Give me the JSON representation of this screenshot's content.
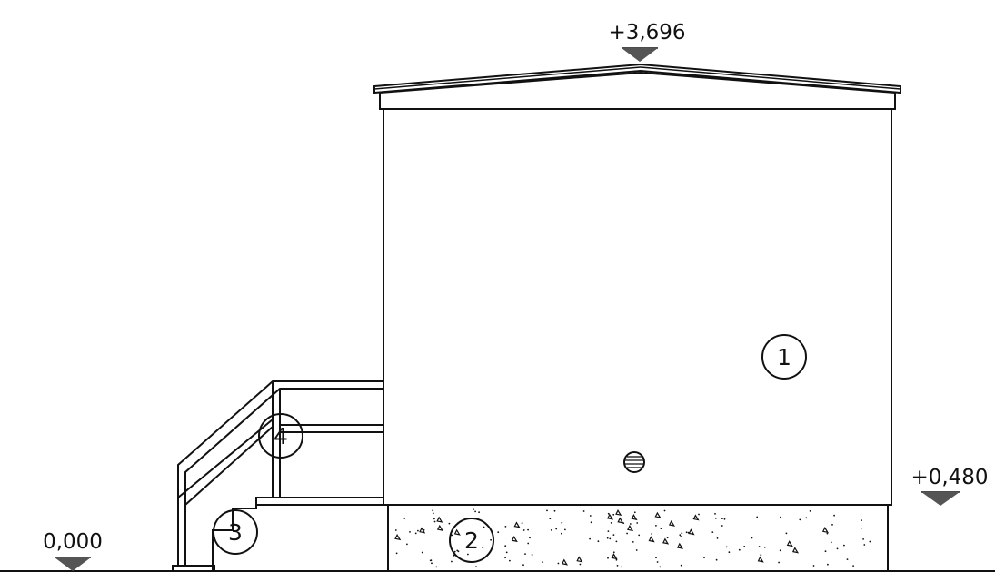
{
  "levels": {
    "ridge": "+3,696",
    "floor": "+0,480",
    "ground": "0,000"
  },
  "callouts": {
    "building": "1",
    "foundation": "2",
    "steps": "3",
    "railing": "4"
  },
  "colors": {
    "line": "#111111",
    "marker_fill": "#555555",
    "background": "#ffffff"
  }
}
